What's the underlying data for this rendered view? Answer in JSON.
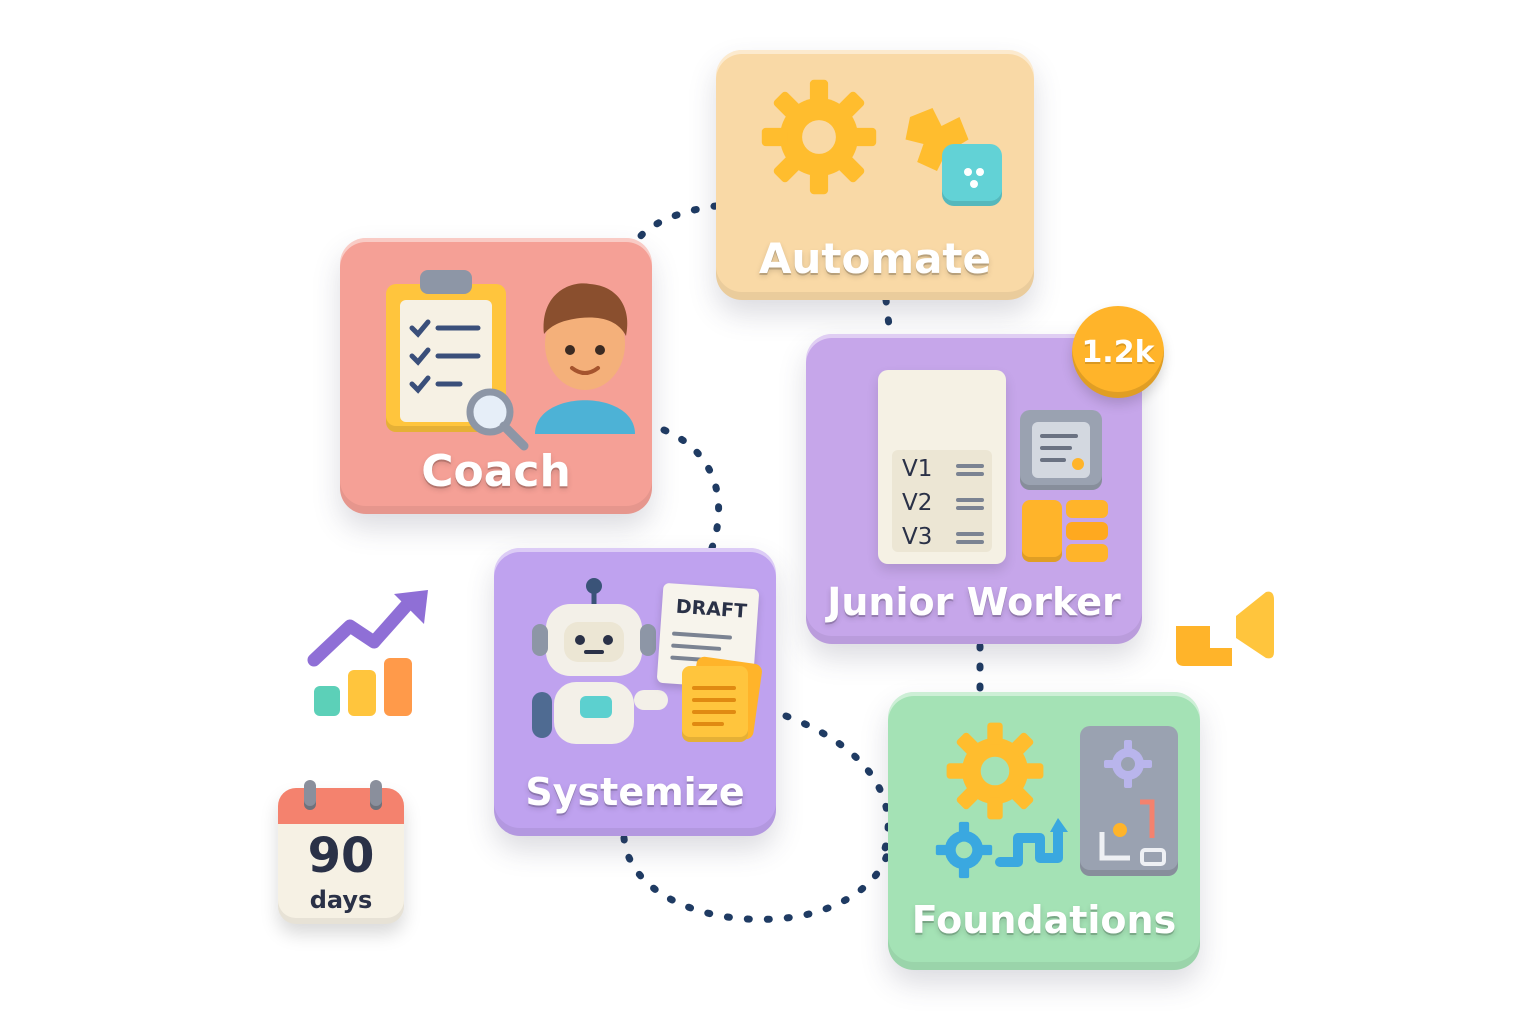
{
  "stages": {
    "automate": "Automate",
    "coach": "Coach",
    "junior_worker": "Junior Worker",
    "systemize": "Systemize",
    "foundations": "Foundations"
  },
  "badge": {
    "count": "1.2k"
  },
  "versions": [
    "V1",
    "V2",
    "V3"
  ],
  "draft": "DRAFT",
  "calendar": {
    "number": "90",
    "unit": "days"
  },
  "colors": {
    "automate": "#f9d9a6",
    "coach": "#f5a096",
    "junior_worker": "#c6a6ea",
    "systemize": "#bfa2ef",
    "foundations": "#a4e2b5",
    "connector": "#1f3b63",
    "accent_orange": "#ffb42a"
  },
  "icons": [
    "gear-icon",
    "puzzle-gear-icon",
    "clipboard-checklist-icon",
    "magnifier-icon",
    "person-avatar-icon",
    "document-versions-icon",
    "stacked-blocks-icon",
    "robot-icon",
    "draft-document-icon",
    "trend-chart-icon",
    "calendar-icon",
    "blueprint-board-icon",
    "flow-arrow-icon",
    "orange-arrow-shape-icon"
  ]
}
